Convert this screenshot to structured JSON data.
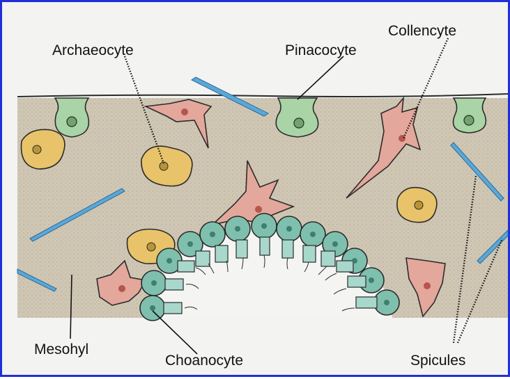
{
  "labels": {
    "archaeocyte": "Archaeocyte",
    "pinacocyte": "Pinacocyte",
    "collencyte": "Collencyte",
    "mesohyl": "Mesohyl",
    "choanocyte": "Choanocyte",
    "spicules": "Spicules"
  },
  "colors": {
    "border": "#1f2fd6",
    "background": "#f3f3f1",
    "mesohyl": "#cfc6b4",
    "pinacocyte": "#a9d4a6",
    "collencyte": "#e3a79c",
    "archaeocyte": "#e8c36a",
    "choanocyte": "#7fbfae",
    "spicule": "#5aa8d8"
  }
}
